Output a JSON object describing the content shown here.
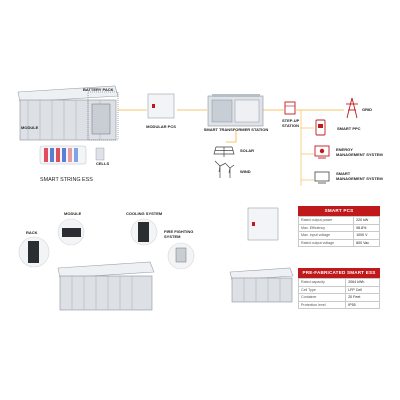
{
  "labels": {
    "battery_pack": "BATTERY PACK",
    "module_top": "MODULE",
    "cells": "CELLS",
    "smart_string_ess": "SMART STRING ESS",
    "modular_pcs": "MODULAR PCS",
    "smart_transformer_station": "SMART TRANSFORMER STATION",
    "step_up_station": "STEP-UP\nSTATION",
    "grid": "GRID",
    "smart_ppc": "SMART PPC",
    "energy_mgmt": "ENERGY\nMANAGEMENT SYSTEM",
    "smart_mgmt": "SMART\nMANAGEMENT SYSTEM",
    "solar": "SOLAR",
    "wind": "WIND",
    "rack": "RACK",
    "module_bottom": "MODULE",
    "cooling_system": "COOLING SYSTEM",
    "fire_fighting": "FIRE FIGHTING\nSYSTEM"
  },
  "smart_pcs": {
    "title": "SMART PCS",
    "rows": [
      {
        "label": "Rated output power",
        "value": "220 kW"
      },
      {
        "label": "Max. Efficiency",
        "value": "98.8%"
      },
      {
        "label": "Max. input voltage",
        "value": "1000 V"
      },
      {
        "label": "Rated output voltage",
        "value": "800 Vac"
      }
    ]
  },
  "prefab_ess": {
    "title": "PRE-FABRICATED SMART ESS",
    "rows": [
      {
        "label": "Rated capacity",
        "value": "2064 kWh"
      },
      {
        "label": "Cell Type",
        "value": "LFP Cell"
      },
      {
        "label": "Container",
        "value": "20 Feet"
      },
      {
        "label": "Protection level",
        "value": "IP55"
      }
    ]
  },
  "colors": {
    "accent": "#c0191c",
    "flow_line": "#f2b43a",
    "equipment": "#d9dde3"
  }
}
